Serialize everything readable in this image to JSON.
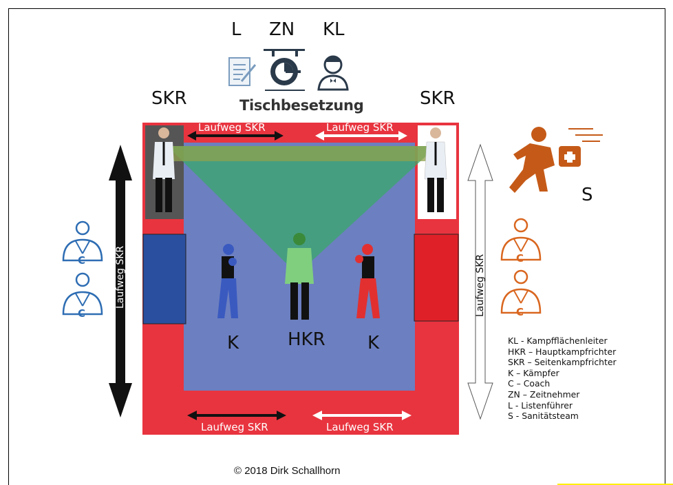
{
  "table": {
    "labels": {
      "l": "L",
      "zn": "ZN",
      "kl": "KL"
    },
    "caption": "Tischbesetzung",
    "icons": [
      "document-icon",
      "timer-icon",
      "official-person-icon"
    ]
  },
  "corners": {
    "left": "SKR",
    "right": "SKR"
  },
  "lanes": {
    "top_left": "Laufweg SKR",
    "top_right": "Laufweg SKR",
    "bottom_left": "Laufweg SKR",
    "bottom_right": "Laufweg SKR",
    "left": "Laufweg SKR",
    "right": "Laufweg SKR"
  },
  "fighters": {
    "left": "K",
    "center": "HKR",
    "right": "K"
  },
  "coach_letter": "C",
  "medic": {
    "label": "S",
    "icon": "running-medic-icon"
  },
  "colors": {
    "outer_red": "#e8343f",
    "mat_blue": "#6c7fc0",
    "corner_blue": "#2a4f9e",
    "corner_red": "#e02028",
    "view_green": "#3aa86b",
    "coach_blue": "#2e6db3",
    "coach_orange": "#d9661f",
    "medic_orange": "#c55a18"
  },
  "legend": [
    "KL - Kampfflächenleiter",
    "HKR – Hauptkampfrichter",
    "SKR – Seitenkampfrichter",
    "K – Kämpfer",
    "C – Coach",
    "ZN – Zeitnehmer",
    "L - Listenführer",
    "S - Sanitätsteam"
  ],
  "copyright": "© 2018 Dirk Schallhorn"
}
